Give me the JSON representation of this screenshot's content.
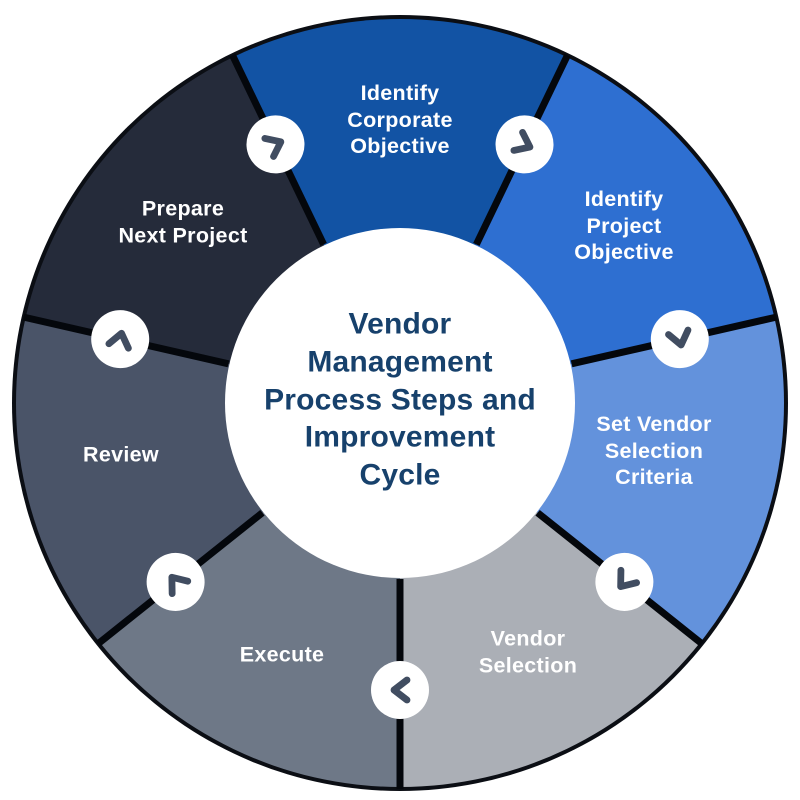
{
  "diagram": {
    "background_color": "#ffffff",
    "center_title": {
      "lines": [
        "Vendor",
        "Management",
        "Process Steps and",
        "Improvement",
        "Cycle"
      ],
      "text_color": "#17416c",
      "bg_color": "#ffffff"
    },
    "segments": [
      {
        "id": "identify-corporate-objective",
        "lines": [
          "Identify",
          "Corporate",
          "Objective"
        ],
        "color": "#1253a4"
      },
      {
        "id": "identify-project-objective",
        "lines": [
          "Identify",
          "Project",
          "Objective"
        ],
        "color": "#2e6fd1"
      },
      {
        "id": "set-vendor-selection-criteria",
        "lines": [
          "Set Vendor",
          "Selection",
          "Criteria"
        ],
        "color": "#6392dc"
      },
      {
        "id": "vendor-selection",
        "lines": [
          "Vendor",
          "Selection"
        ],
        "color": "#abafb6"
      },
      {
        "id": "execute",
        "lines": [
          "Execute"
        ],
        "color": "#6e7887"
      },
      {
        "id": "review",
        "lines": [
          "Review"
        ],
        "color": "#4a5468"
      },
      {
        "id": "prepare-next-project",
        "lines": [
          "Prepare",
          "Next Project"
        ],
        "color": "#252b3a"
      }
    ],
    "label_text_color": "#ffffff",
    "separator_color": "#04070c",
    "outer_rim_color": "#0b0e14",
    "connector": {
      "bg_color": "#ffffff",
      "chevron_color": "#414d61",
      "direction": "clockwise"
    }
  }
}
